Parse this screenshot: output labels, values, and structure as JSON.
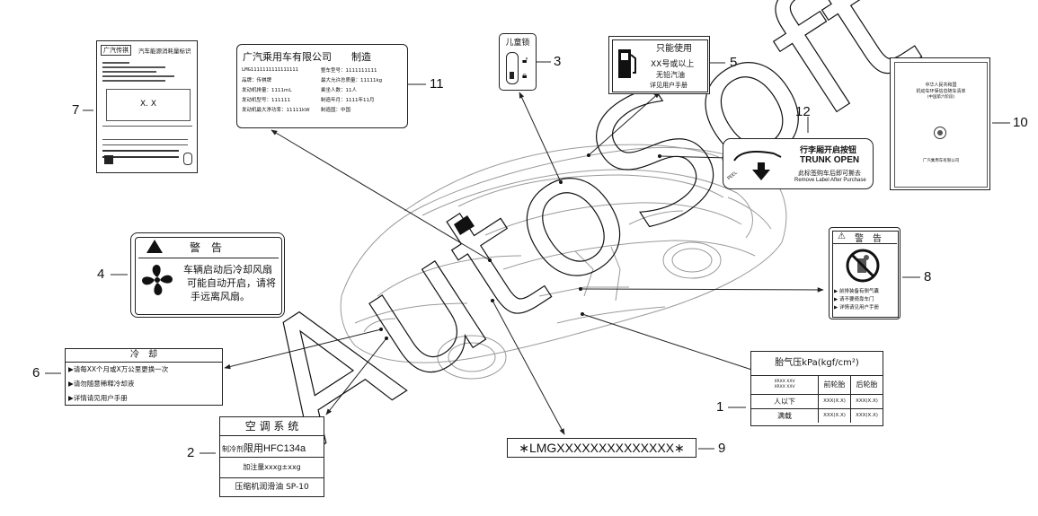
{
  "callouts": [
    "1",
    "2",
    "3",
    "4",
    "5",
    "6",
    "7",
    "8",
    "9",
    "10",
    "11",
    "12"
  ],
  "label7": {
    "brand": "广汽传祺",
    "title": "汽车能源消耗量标识",
    "value": "X. X"
  },
  "label11": {
    "company": "广汽乘用车有限公司",
    "made": "制造",
    "vin": "LMG1111111111111111",
    "rows": [
      [
        "品牌：传祺牌",
        "整车型号：1111111111"
      ],
      [
        "发动机排量：1111mL",
        "最大允许总质量：11111kg"
      ],
      [
        "发动机型号：111111",
        "乘坐人数：11人"
      ],
      [
        "发动机最大净功率：11111kW",
        "制造年月：1111年11月"
      ],
      [
        "",
        "制造国：中国"
      ]
    ]
  },
  "label3": {
    "title": "儿童锁"
  },
  "label5": {
    "title": "只能使用",
    "line1": "XX号或以上",
    "line2": "无铅汽油",
    "line3": "详见用户手册"
  },
  "label12": {
    "title_cn": "行李厢开启按钮",
    "title_en": "TRUNK OPEN",
    "note_cn": "此标签购车后即可撕去",
    "note_en": "Remove Label After Purchase",
    "peel": "PEEL"
  },
  "label10": {
    "line1": "中华人民共和国",
    "line2": "机动车环保信息随车清单",
    "line3": "(中国第六阶段)",
    "company": "广汽乘用车有限公司"
  },
  "label4": {
    "warning": "警　告",
    "line1": "车辆启动后冷却风扇",
    "line2": "可能自动开启，请将",
    "line3": "手远离风扇。"
  },
  "label8": {
    "warning": "警　告",
    "items": [
      "前排装备有侧气囊",
      "请不要倚靠车门",
      "详情请见用户手册"
    ]
  },
  "label6": {
    "title": "冷　却",
    "items": [
      "请每XX个月或X万公里更换一次",
      "请勿随意稀释冷却液",
      "详情请见用户手册"
    ]
  },
  "label2": {
    "title": "空 调 系 统",
    "refrigerant_prefix": "制冷剂",
    "refrigerant": "限用HFC134a",
    "charge": "加注量xxxg±xxg",
    "oil": "压缩机润滑油 SP-10"
  },
  "label9": {
    "vin": "∗LMGXXXXXXXXXXXXXX∗"
  },
  "label1": {
    "title": "胎气压kPa(kgf/cm²)",
    "head_left1": "XRXX XXV",
    "head_left2": "XRXX XXV",
    "head_front": "前轮胎",
    "head_rear": "后轮胎",
    "row1_label": "人以下",
    "row2_label": "满载",
    "value": "XXX(X.X)"
  },
  "watermark": "AutoSoft",
  "colors": {
    "ink": "#222222",
    "watermark": "#111111"
  }
}
